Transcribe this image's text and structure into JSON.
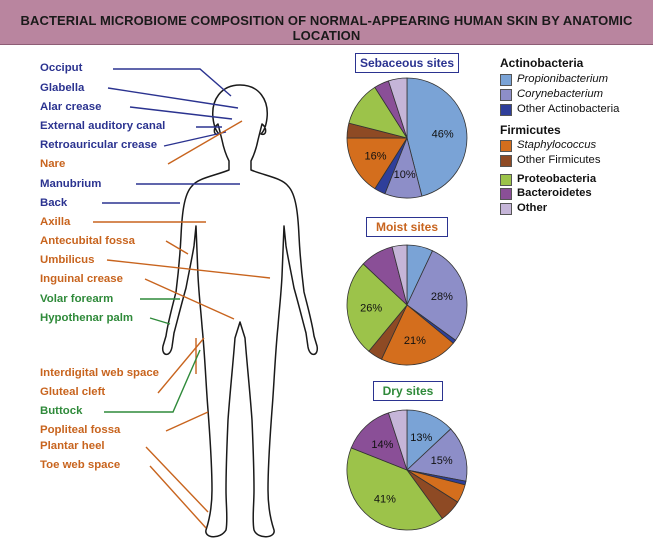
{
  "title": "BACTERIAL MICROBIOME COMPOSITION OF NORMAL-APPEARING HUMAN SKIN BY ANATOMIC LOCATION",
  "site_labels": [
    {
      "text": "Occiput",
      "category": "sebaceous"
    },
    {
      "text": "Glabella",
      "category": "sebaceous"
    },
    {
      "text": "Alar crease",
      "category": "sebaceous"
    },
    {
      "text": "External auditory canal",
      "category": "sebaceous"
    },
    {
      "text": "Retroauricular crease",
      "category": "sebaceous"
    },
    {
      "text": "Nare",
      "category": "moist"
    },
    {
      "text": "Manubrium",
      "category": "sebaceous"
    },
    {
      "text": "Back",
      "category": "sebaceous"
    },
    {
      "text": "Axilla",
      "category": "moist"
    },
    {
      "text": "Antecubital fossa",
      "category": "moist"
    },
    {
      "text": "Umbilicus",
      "category": "moist"
    },
    {
      "text": "Inguinal crease",
      "category": "moist"
    },
    {
      "text": "Volar forearm",
      "category": "dry"
    },
    {
      "text": "Hypothenar palm",
      "category": "dry"
    },
    {
      "text": "Interdigital web space",
      "category": "moist"
    },
    {
      "text": "Gluteal cleft",
      "category": "moist"
    },
    {
      "text": "Buttock",
      "category": "dry"
    },
    {
      "text": "Popliteal fossa",
      "category": "moist"
    },
    {
      "text": "Plantar heel",
      "category": "moist"
    },
    {
      "text": "Toe web space",
      "category": "moist"
    }
  ],
  "category_colors": {
    "sebaceous": "#2b3390",
    "moist": "#c8641e",
    "dry": "#2f8a3a"
  },
  "legend": {
    "actinobacteria_title": "Actinobacteria",
    "firmicutes_title": "Firmicutes",
    "items": [
      {
        "key": "prop",
        "label": "Propionibacterium",
        "color": "#7aa3d6",
        "style": "italic"
      },
      {
        "key": "cory",
        "label": "Corynebacterium",
        "color": "#8d8ec8",
        "style": "italic"
      },
      {
        "key": "oact",
        "label": "Other Actinobacteria",
        "color": "#2f3f9a",
        "style": "normal"
      },
      {
        "key": "staph",
        "label": "Staphylococcus",
        "color": "#d46e1d",
        "style": "italic"
      },
      {
        "key": "ofirm",
        "label": "Other Firmicutes",
        "color": "#8e4a24",
        "style": "normal"
      },
      {
        "key": "prot",
        "label": "Proteobacteria",
        "color": "#9cc34a",
        "style": "bold"
      },
      {
        "key": "bact",
        "label": "Bacteroidetes",
        "color": "#8a4f97",
        "style": "bold"
      },
      {
        "key": "other",
        "label": "Other",
        "color": "#c5b5d8",
        "style": "bold"
      }
    ]
  },
  "chart_data": [
    {
      "type": "pie",
      "title": "Sebaceous sites",
      "title_color": "#2b3390",
      "slices": [
        {
          "key": "prop",
          "value": 46,
          "label": "46%"
        },
        {
          "key": "cory",
          "value": 10,
          "label": "10%"
        },
        {
          "key": "oact",
          "value": 3,
          "label": ""
        },
        {
          "key": "staph",
          "value": 16,
          "label": "16%"
        },
        {
          "key": "ofirm",
          "value": 4,
          "label": ""
        },
        {
          "key": "prot",
          "value": 12,
          "label": ""
        },
        {
          "key": "bact",
          "value": 4,
          "label": ""
        },
        {
          "key": "other",
          "value": 5,
          "label": ""
        }
      ]
    },
    {
      "type": "pie",
      "title": "Moist sites",
      "title_color": "#c8641e",
      "slices": [
        {
          "key": "prop",
          "value": 7,
          "label": ""
        },
        {
          "key": "cory",
          "value": 28,
          "label": "28%"
        },
        {
          "key": "oact",
          "value": 1,
          "label": ""
        },
        {
          "key": "staph",
          "value": 21,
          "label": "21%"
        },
        {
          "key": "ofirm",
          "value": 4,
          "label": ""
        },
        {
          "key": "prot",
          "value": 26,
          "label": "26%"
        },
        {
          "key": "bact",
          "value": 9,
          "label": ""
        },
        {
          "key": "other",
          "value": 4,
          "label": ""
        }
      ]
    },
    {
      "type": "pie",
      "title": "Dry sites",
      "title_color": "#2f8a3a",
      "slices": [
        {
          "key": "prop",
          "value": 13,
          "label": "13%"
        },
        {
          "key": "cory",
          "value": 15,
          "label": "15%"
        },
        {
          "key": "oact",
          "value": 1,
          "label": ""
        },
        {
          "key": "staph",
          "value": 5,
          "label": ""
        },
        {
          "key": "ofirm",
          "value": 6,
          "label": ""
        },
        {
          "key": "prot",
          "value": 41,
          "label": "41%"
        },
        {
          "key": "bact",
          "value": 14,
          "label": "14%"
        },
        {
          "key": "other",
          "value": 5,
          "label": ""
        }
      ]
    }
  ]
}
